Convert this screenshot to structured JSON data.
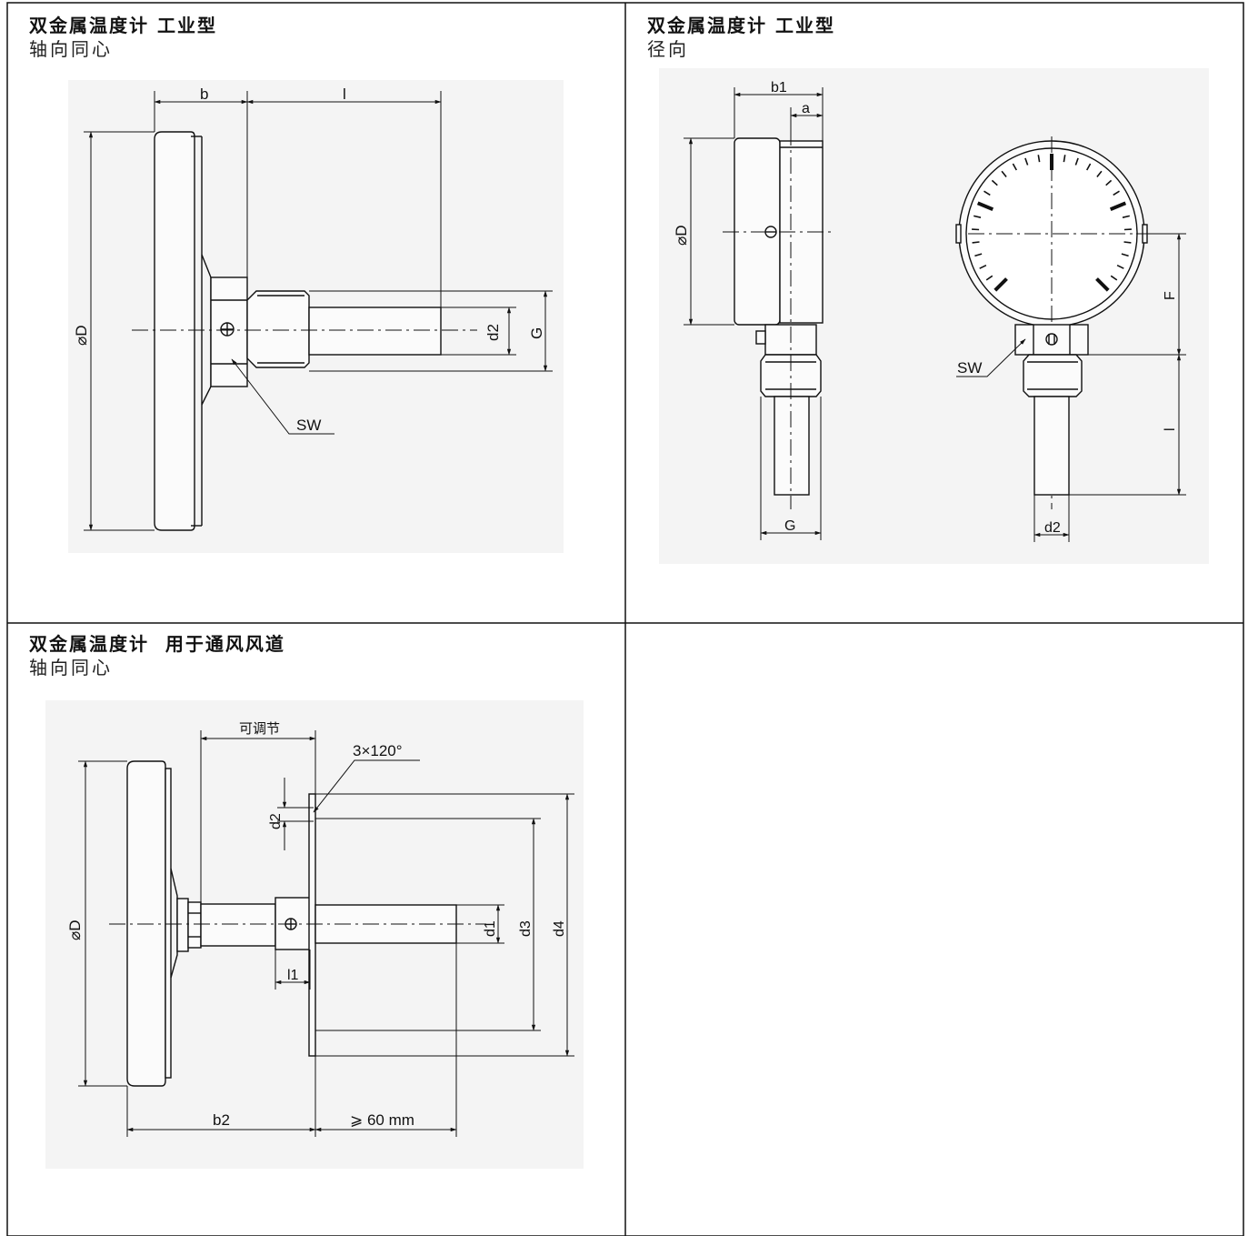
{
  "cells": [
    {
      "title": "双金属温度计 工业型",
      "subtitle": "轴向同心",
      "labels": {
        "b": "b",
        "l": "l",
        "D": "⌀D",
        "d2": "d2",
        "G": "G",
        "SW": "SW"
      }
    },
    {
      "title": "双金属温度计 工业型",
      "subtitle": "径向",
      "labels": {
        "b1": "b1",
        "a": "a",
        "D": "⌀D",
        "G": "G",
        "F": "F",
        "SW": "SW",
        "l": "l",
        "d2": "d2"
      }
    },
    {
      "title": "双金属温度计  用于通风风道",
      "subtitle": "轴向同心",
      "labels": {
        "adjustable": "可调节",
        "angle": "3×120°",
        "d2": "d2",
        "D": "⌀D",
        "d1": "d1",
        "d3": "d3",
        "d4": "d4",
        "l1": "l1",
        "b2": "b2",
        "min_len": "⩾ 60 mm"
      }
    },
    {
      "title": "",
      "subtitle": "",
      "labels": {}
    }
  ],
  "colors": {
    "line": "#111111",
    "background": "#ffffff",
    "panel_shade": "#f4f4f4"
  }
}
